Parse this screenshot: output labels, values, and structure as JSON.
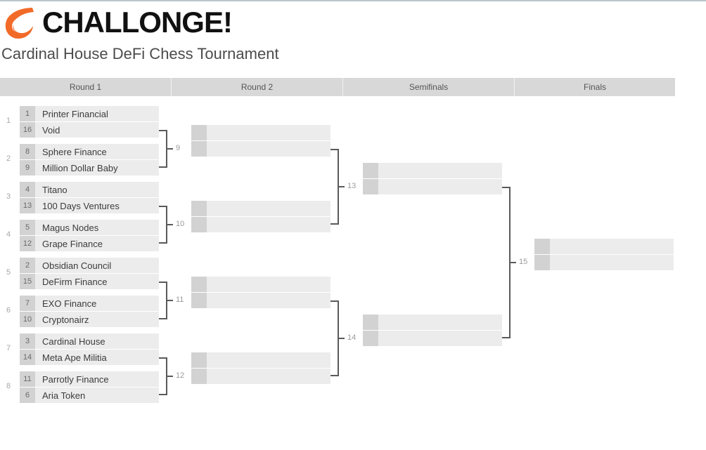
{
  "brand": {
    "name": "CHALLONGE!",
    "logo_icon": "challonge-flame-logo",
    "logo_color": "#f26a28"
  },
  "tournament": {
    "title": "Cardinal House DeFi Chess Tournament"
  },
  "rounds": [
    {
      "label": "Round 1"
    },
    {
      "label": "Round 2"
    },
    {
      "label": "Semifinals"
    },
    {
      "label": "Finals"
    }
  ],
  "round1": {
    "matches": [
      {
        "number": "1",
        "players": [
          {
            "seed": "1",
            "name": "Printer Financial"
          },
          {
            "seed": "16",
            "name": "Void"
          }
        ]
      },
      {
        "number": "2",
        "players": [
          {
            "seed": "8",
            "name": "Sphere Finance"
          },
          {
            "seed": "9",
            "name": "Million Dollar Baby"
          }
        ]
      },
      {
        "number": "3",
        "players": [
          {
            "seed": "4",
            "name": "Titano"
          },
          {
            "seed": "13",
            "name": "100 Days Ventures"
          }
        ]
      },
      {
        "number": "4",
        "players": [
          {
            "seed": "5",
            "name": "Magus Nodes"
          },
          {
            "seed": "12",
            "name": "Grape Finance"
          }
        ]
      },
      {
        "number": "5",
        "players": [
          {
            "seed": "2",
            "name": "Obsidian Council"
          },
          {
            "seed": "15",
            "name": "DeFirm Finance"
          }
        ]
      },
      {
        "number": "6",
        "players": [
          {
            "seed": "7",
            "name": "EXO Finance"
          },
          {
            "seed": "10",
            "name": "Cryptonairz"
          }
        ]
      },
      {
        "number": "7",
        "players": [
          {
            "seed": "3",
            "name": "Cardinal House"
          },
          {
            "seed": "14",
            "name": "Meta Ape Militia"
          }
        ]
      },
      {
        "number": "8",
        "players": [
          {
            "seed": "11",
            "name": "Parrotly Finance"
          },
          {
            "seed": "6",
            "name": "Aria Token"
          }
        ]
      }
    ]
  },
  "round2": {
    "matches": [
      {
        "number": "9",
        "players": [
          {
            "seed": "",
            "name": ""
          },
          {
            "seed": "",
            "name": ""
          }
        ]
      },
      {
        "number": "10",
        "players": [
          {
            "seed": "",
            "name": ""
          },
          {
            "seed": "",
            "name": ""
          }
        ]
      },
      {
        "number": "11",
        "players": [
          {
            "seed": "",
            "name": ""
          },
          {
            "seed": "",
            "name": ""
          }
        ]
      },
      {
        "number": "12",
        "players": [
          {
            "seed": "",
            "name": ""
          },
          {
            "seed": "",
            "name": ""
          }
        ]
      }
    ]
  },
  "semifinals": {
    "matches": [
      {
        "number": "13",
        "players": [
          {
            "seed": "",
            "name": ""
          },
          {
            "seed": "",
            "name": ""
          }
        ]
      },
      {
        "number": "14",
        "players": [
          {
            "seed": "",
            "name": ""
          },
          {
            "seed": "",
            "name": ""
          }
        ]
      }
    ]
  },
  "finals": {
    "matches": [
      {
        "number": "15",
        "players": [
          {
            "seed": "",
            "name": ""
          },
          {
            "seed": "",
            "name": ""
          }
        ]
      }
    ]
  }
}
